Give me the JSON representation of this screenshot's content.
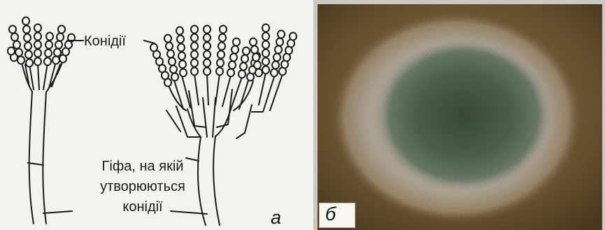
{
  "labels": {
    "conidia": "Конідії",
    "hypha_line1": "Гіфа, на якій",
    "hypha_line2": "утворюються",
    "hypha_line3": "конідії"
  },
  "panels": {
    "a": "а",
    "b": "б"
  },
  "colors": {
    "ink": "#1a1a1a",
    "paper": "#f3f2ee",
    "photo_background": "#7a5f37",
    "mold_fringe": "#c9bfae",
    "mold_center": "#5c7258"
  }
}
